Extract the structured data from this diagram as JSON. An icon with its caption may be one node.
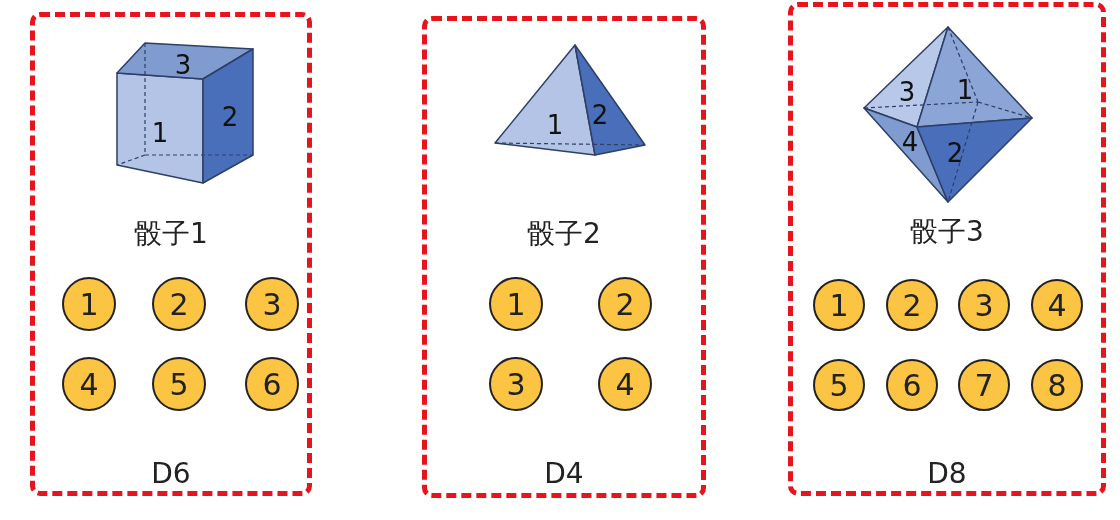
{
  "diagram": {
    "nodes": [
      {
        "text": [
          "骰子1",
          "D6"
        ]
      },
      {
        "text": [
          "3",
          "1",
          "2"
        ],
        "in": 0
      },
      {
        "text": [
          "1"
        ],
        "in": 0
      },
      {
        "text": [
          "2"
        ],
        "in": 0
      },
      {
        "text": [
          "3"
        ],
        "in": 0
      },
      {
        "text": [
          "4"
        ],
        "in": 0
      },
      {
        "text": [
          "5"
        ],
        "in": 0
      },
      {
        "text": [
          "6"
        ],
        "in": 0
      },
      {
        "text": [
          "骰子2",
          "D4"
        ]
      },
      {
        "text": [
          "1",
          "2"
        ],
        "in": 8
      },
      {
        "text": [
          "1"
        ],
        "in": 8
      },
      {
        "text": [
          "2"
        ],
        "in": 8
      },
      {
        "text": [
          "3"
        ],
        "in": 8
      },
      {
        "text": [
          "4"
        ],
        "in": 8
      },
      {
        "text": [
          "骰子3",
          "D8"
        ]
      },
      {
        "text": [
          "3",
          "1",
          "4",
          "2"
        ],
        "in": 14
      },
      {
        "text": [
          "1"
        ],
        "in": 14
      },
      {
        "text": [
          "2"
        ],
        "in": 14
      },
      {
        "text": [
          "3"
        ],
        "in": 14
      },
      {
        "text": [
          "4"
        ],
        "in": 14
      },
      {
        "text": [
          "5"
        ],
        "in": 14
      },
      {
        "text": [
          "6"
        ],
        "in": 14
      },
      {
        "text": [
          "7"
        ],
        "in": 14
      },
      {
        "text": [
          "8"
        ],
        "in": 14
      }
    ],
    "edges": []
  }
}
